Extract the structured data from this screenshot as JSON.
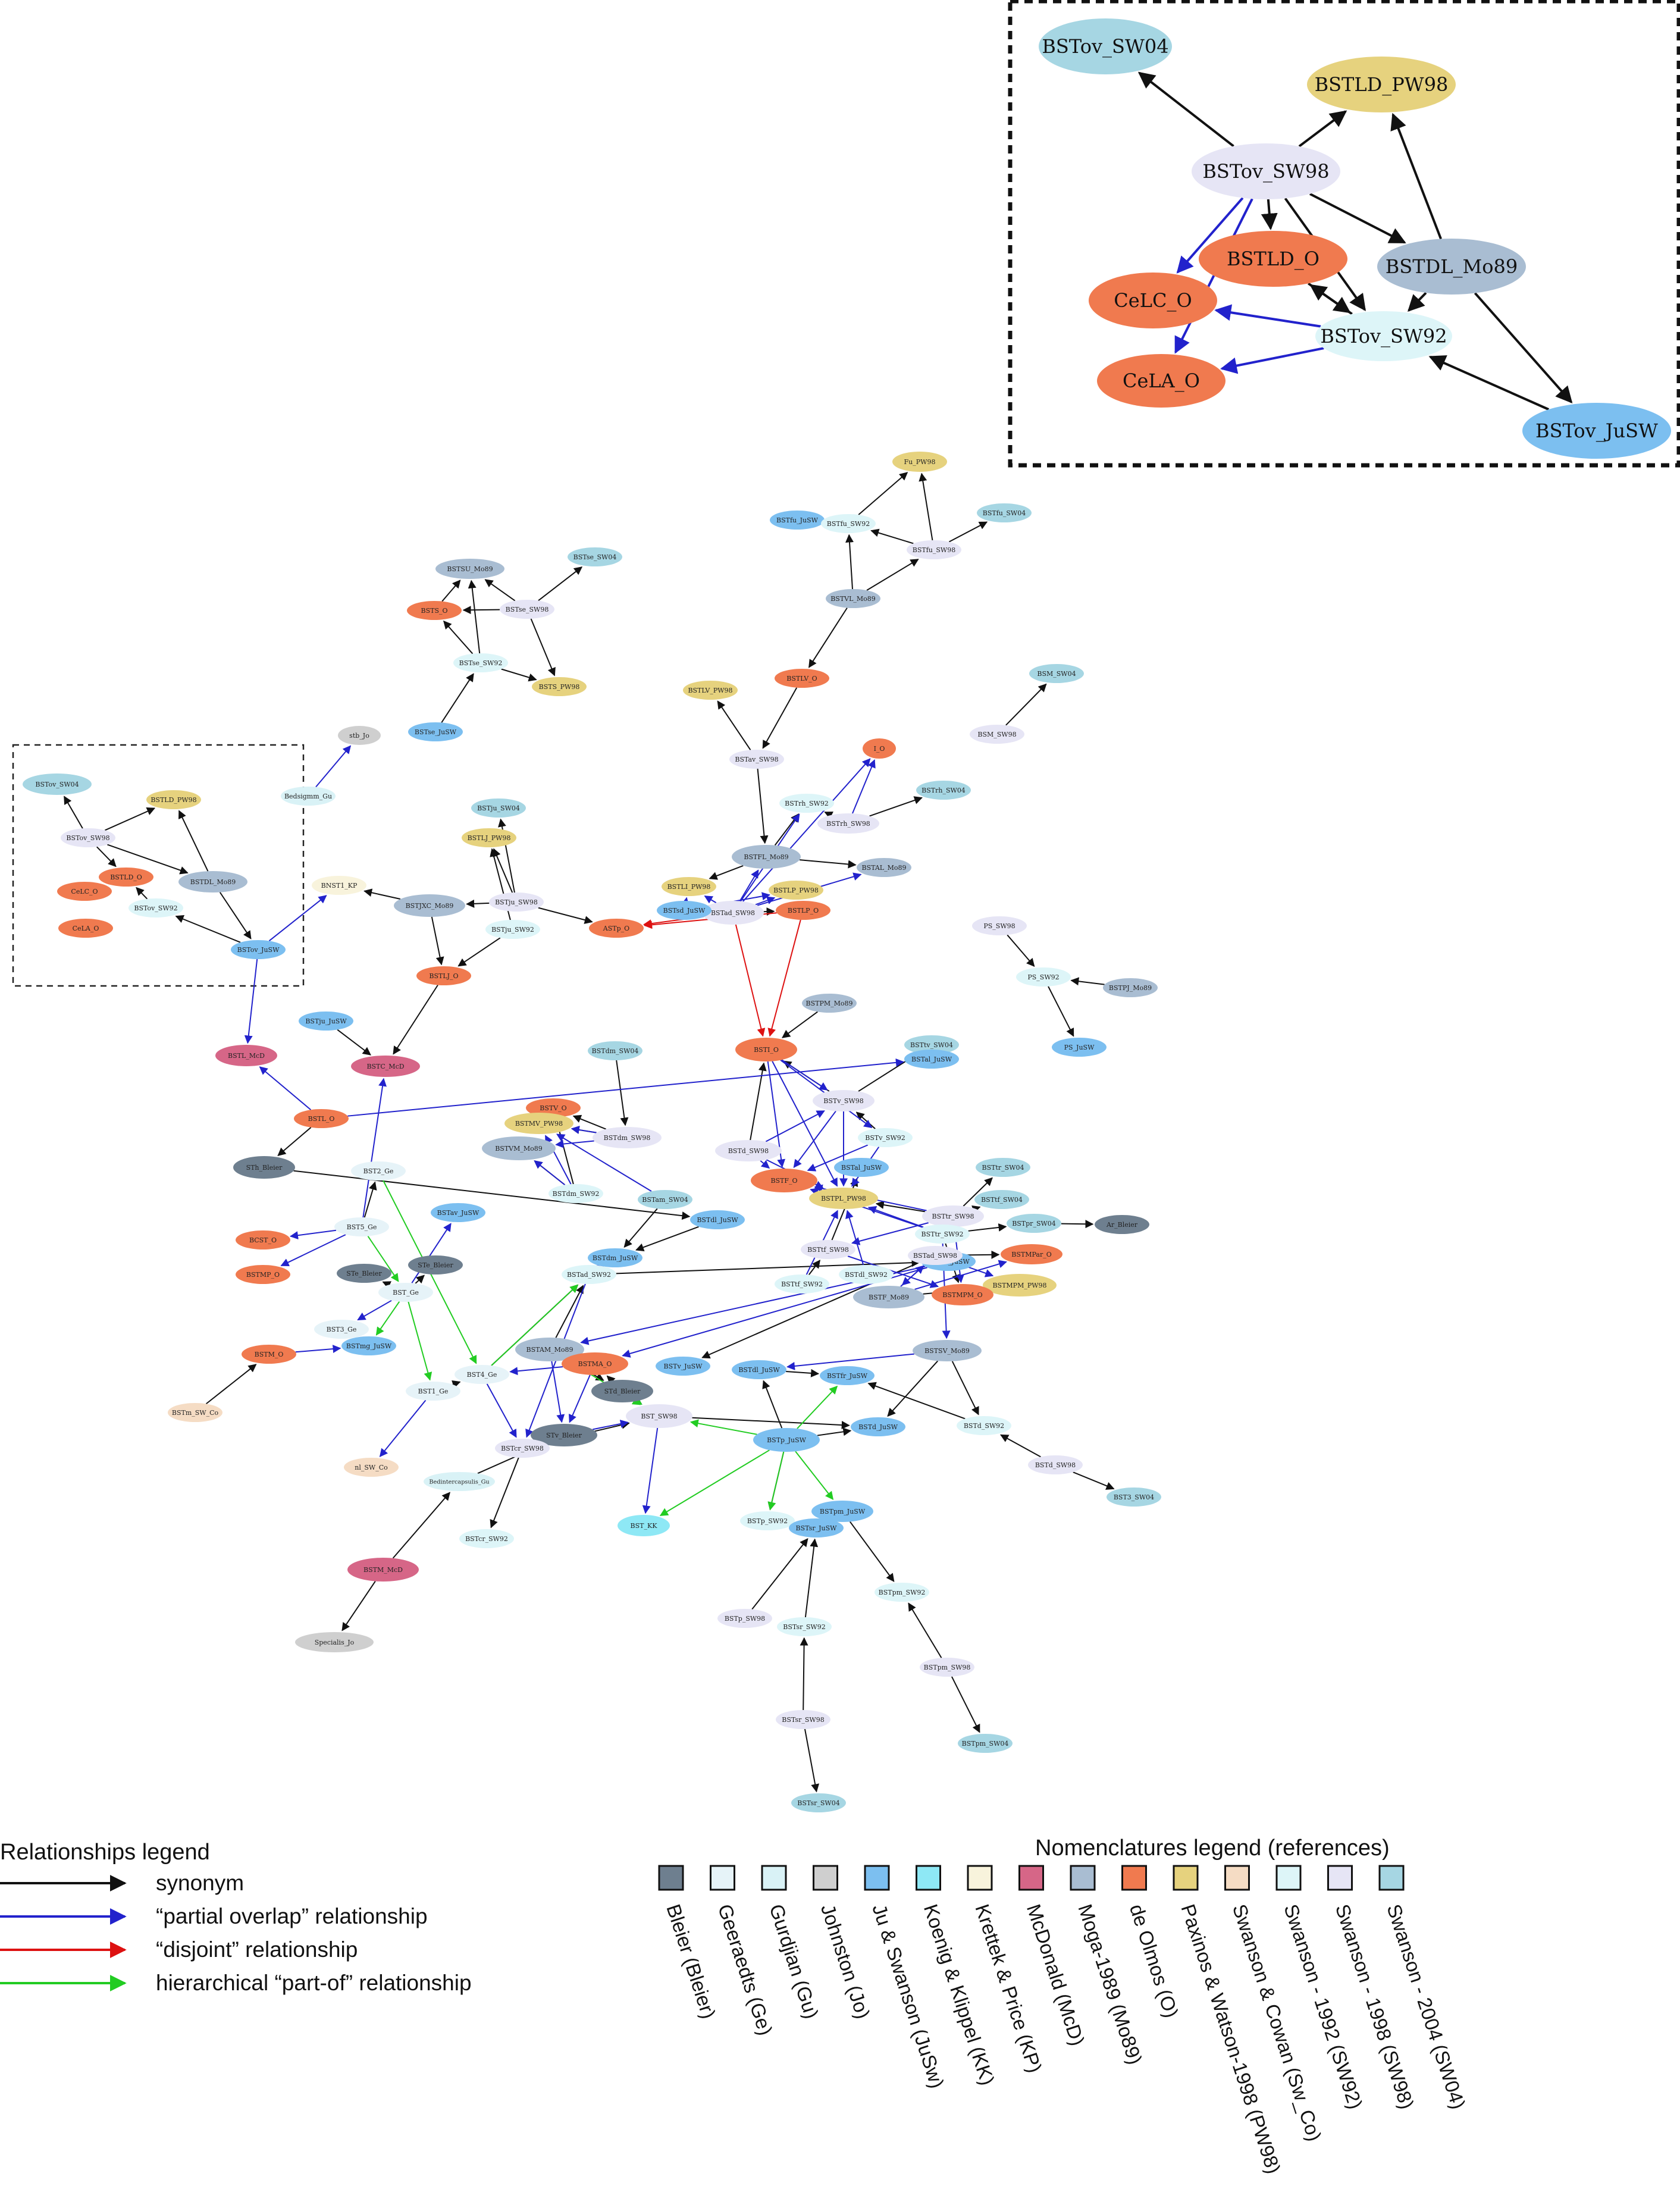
{
  "colors": {
    "Bleier": "#6e7f8f",
    "Geeraedts": "#e6f3f8",
    "Gurdjian": "#d9f2f6",
    "Johnston": "#cfcfcf",
    "JuSwanson": "#7cbff0",
    "KoenigKlippel": "#8ee8f5",
    "KrettekPrice": "#f8f3dc",
    "McDonald": "#d66687",
    "Moga": "#a9bdd2",
    "deOlmos": "#f07a4f",
    "Paxinos": "#e6d27e",
    "SwansonCowan": "#f5dcc4",
    "Swanson92": "#ddf5f8",
    "Swanson98": "#e6e5f5",
    "Swanson04": "#a6d6e3",
    "synonym": "#111111",
    "partial": "#2222cc",
    "disjoint": "#dd1111",
    "partof": "#22cc22"
  },
  "inset": {
    "nodes": [
      {
        "id": "i1",
        "label": "BSTov_SW04",
        "color": "Swanson04"
      },
      {
        "id": "i2",
        "label": "BSTLD_PW98",
        "color": "Paxinos"
      },
      {
        "id": "i3",
        "label": "BSTov_SW98",
        "color": "Swanson98"
      },
      {
        "id": "i4",
        "label": "BSTLD_O",
        "color": "deOlmos"
      },
      {
        "id": "i5",
        "label": "BSTDL_Mo89",
        "color": "Moga"
      },
      {
        "id": "i6",
        "label": "CeLC_O",
        "color": "deOlmos"
      },
      {
        "id": "i7",
        "label": "BSTov_SW92",
        "color": "Swanson92"
      },
      {
        "id": "i8",
        "label": "CeLA_O",
        "color": "deOlmos"
      },
      {
        "id": "i9",
        "label": "BSTov_JuSW",
        "color": "JuSwanson"
      }
    ]
  },
  "graph": {
    "nodes": [
      {
        "id": "n1",
        "label": "Fu_PW98",
        "color": "Paxinos"
      },
      {
        "id": "n2",
        "label": "BSTfu_JuSW",
        "color": "JuSwanson"
      },
      {
        "id": "n3",
        "label": "BSTfu_SW92",
        "color": "Swanson92"
      },
      {
        "id": "n4",
        "label": "BSTfu_SW04",
        "color": "Swanson04"
      },
      {
        "id": "n5",
        "label": "BSTfu_SW98",
        "color": "Swanson98"
      },
      {
        "id": "n6",
        "label": "BSTSU_Mo89",
        "color": "Moga"
      },
      {
        "id": "n7",
        "label": "BSTse_SW04",
        "color": "Swanson04"
      },
      {
        "id": "n8",
        "label": "BSTS_O",
        "color": "deOlmos"
      },
      {
        "id": "n9",
        "label": "BSTse_SW98",
        "color": "Swanson98"
      },
      {
        "id": "n10",
        "label": "BSTVL_Mo89",
        "color": "Moga"
      },
      {
        "id": "n11",
        "label": "BSTse_SW92",
        "color": "Swanson92"
      },
      {
        "id": "n12",
        "label": "BSTS_PW98",
        "color": "Paxinos"
      },
      {
        "id": "n13",
        "label": "BSTLV_PW98",
        "color": "Paxinos"
      },
      {
        "id": "n14",
        "label": "BSTLV_O",
        "color": "deOlmos"
      },
      {
        "id": "n15",
        "label": "BSM_SW04",
        "color": "Swanson04"
      },
      {
        "id": "n16",
        "label": "BSTse_JuSW",
        "color": "JuSwanson"
      },
      {
        "id": "n17",
        "label": "stb_Jo",
        "color": "Johnston"
      },
      {
        "id": "n18",
        "label": "BSM_SW98",
        "color": "Swanson98"
      },
      {
        "id": "n19",
        "label": "BSTav_SW98",
        "color": "Swanson98"
      },
      {
        "id": "n20",
        "label": "I_O",
        "color": "deOlmos"
      },
      {
        "id": "n21",
        "label": "Bedsigmm_Gu",
        "color": "Gurdjian"
      },
      {
        "id": "n22",
        "label": "BSTov_SW04",
        "color": "Swanson04"
      },
      {
        "id": "n23",
        "label": "BSTLD_PW98",
        "color": "Paxinos"
      },
      {
        "id": "n24",
        "label": "BSTrh_SW92",
        "color": "Swanson92"
      },
      {
        "id": "n25",
        "label": "BSTrh_SW04",
        "color": "Swanson04"
      },
      {
        "id": "n26",
        "label": "BSTju_SW04",
        "color": "Swanson04"
      },
      {
        "id": "n27",
        "label": "BSTrh_SW98",
        "color": "Swanson98"
      },
      {
        "id": "n28",
        "label": "BSTov_SW98",
        "color": "Swanson98"
      },
      {
        "id": "n29",
        "label": "BSTLJ_PW98",
        "color": "Paxinos"
      },
      {
        "id": "n30",
        "label": "BSTFL_Mo89",
        "color": "Moga"
      },
      {
        "id": "n31",
        "label": "BSTLD_O",
        "color": "deOlmos"
      },
      {
        "id": "n32",
        "label": "BSTDL_Mo89",
        "color": "Moga"
      },
      {
        "id": "n33",
        "label": "BSTAL_Mo89",
        "color": "Moga"
      },
      {
        "id": "n34",
        "label": "CeLC_O",
        "color": "deOlmos"
      },
      {
        "id": "n35",
        "label": "BSTov_SW92",
        "color": "Swanson92"
      },
      {
        "id": "n36",
        "label": "BNST1_KP",
        "color": "KrettekPrice"
      },
      {
        "id": "n37",
        "label": "BSTLI_PW98",
        "color": "Paxinos"
      },
      {
        "id": "n38",
        "label": "BSTLP_PW98",
        "color": "Paxinos"
      },
      {
        "id": "n39",
        "label": "CeLA_O",
        "color": "deOlmos"
      },
      {
        "id": "n40",
        "label": "BSTov_JuSW",
        "color": "JuSwanson"
      },
      {
        "id": "n41",
        "label": "BSTJXC_Mo89",
        "color": "Moga"
      },
      {
        "id": "n42",
        "label": "BSTju_SW98",
        "color": "Swanson98"
      },
      {
        "id": "n43",
        "label": "BSTju_SW92",
        "color": "Swanson92"
      },
      {
        "id": "n44",
        "label": "ASTp_O",
        "color": "deOlmos"
      },
      {
        "id": "n45",
        "label": "BSTad_SW98",
        "color": "Swanson98"
      },
      {
        "id": "n46",
        "label": "BSTLP_O",
        "color": "deOlmos"
      },
      {
        "id": "n47",
        "label": "BSTsd_JuSW",
        "color": "JuSwanson"
      },
      {
        "id": "n48",
        "label": "BSTLJ_O",
        "color": "deOlmos"
      },
      {
        "id": "n49",
        "label": "PS_SW98",
        "color": "Swanson98"
      },
      {
        "id": "n50",
        "label": "PS_SW92",
        "color": "Swanson92"
      },
      {
        "id": "n51",
        "label": "BSTPJ_Mo89",
        "color": "Moga"
      },
      {
        "id": "n52",
        "label": "BSTju_JuSW",
        "color": "JuSwanson"
      },
      {
        "id": "n53",
        "label": "BSTPM_Mo89",
        "color": "Moga"
      },
      {
        "id": "n54",
        "label": "PS_JuSW",
        "color": "JuSwanson"
      },
      {
        "id": "n55",
        "label": "BSTL_McD",
        "color": "McDonald"
      },
      {
        "id": "n56",
        "label": "BSTC_McD",
        "color": "McDonald"
      },
      {
        "id": "n57",
        "label": "BSTdm_SW04",
        "color": "Swanson04"
      },
      {
        "id": "n58",
        "label": "BSTI_O",
        "color": "deOlmos"
      },
      {
        "id": "n59",
        "label": "BSTtv_SW04",
        "color": "Swanson04"
      },
      {
        "id": "n60",
        "label": "BSTal_JuSW",
        "color": "JuSwanson"
      },
      {
        "id": "n61",
        "label": "BSTV_O",
        "color": "deOlmos"
      },
      {
        "id": "n62",
        "label": "BSTL_O",
        "color": "deOlmos"
      },
      {
        "id": "n63",
        "label": "BSTMV_PW98",
        "color": "Paxinos"
      },
      {
        "id": "n64",
        "label": "BSTdm_SW98",
        "color": "Swanson98"
      },
      {
        "id": "n65",
        "label": "BSTv_SW98",
        "color": "Swanson98"
      },
      {
        "id": "n66",
        "label": "BSTVM_Mo89",
        "color": "Moga"
      },
      {
        "id": "n67",
        "label": "BSTv_SW92",
        "color": "Swanson92"
      },
      {
        "id": "n68",
        "label": "BSTd_SW98",
        "color": "Swanson98"
      },
      {
        "id": "n69",
        "label": "STh_Bleier",
        "color": "Bleier"
      },
      {
        "id": "n70",
        "label": "BST2_Ge",
        "color": "Geeraedts"
      },
      {
        "id": "n71",
        "label": "BSTdm_SW92",
        "color": "Swanson92"
      },
      {
        "id": "n72",
        "label": "BSTtr_SW04",
        "color": "Swanson04"
      },
      {
        "id": "n73",
        "label": "BSTal_JuSW",
        "color": "JuSwanson"
      },
      {
        "id": "n74",
        "label": "BSTam_SW04",
        "color": "Swanson04"
      },
      {
        "id": "n75",
        "label": "BSTF_O",
        "color": "deOlmos"
      },
      {
        "id": "n76",
        "label": "BSTPL_PW98",
        "color": "Paxinos"
      },
      {
        "id": "n77",
        "label": "BSTtf_SW04",
        "color": "Swanson04"
      },
      {
        "id": "n78",
        "label": "BSTav_JuSW",
        "color": "JuSwanson"
      },
      {
        "id": "n79",
        "label": "BSTdl_JuSW",
        "color": "JuSwanson"
      },
      {
        "id": "n80",
        "label": "BSTtr_SW98",
        "color": "Swanson98"
      },
      {
        "id": "n81",
        "label": "BSTpr_SW04",
        "color": "Swanson04"
      },
      {
        "id": "n82",
        "label": "Ar_Bleier",
        "color": "Bleier"
      },
      {
        "id": "n83",
        "label": "BST5_Ge",
        "color": "Geeraedts"
      },
      {
        "id": "n84",
        "label": "BCST_O",
        "color": "deOlmos"
      },
      {
        "id": "n85",
        "label": "BSTdm_JuSW",
        "color": "JuSwanson"
      },
      {
        "id": "n86",
        "label": "BSTtf_SW98",
        "color": "Swanson98"
      },
      {
        "id": "n87",
        "label": "BSTtr_SW92",
        "color": "Swanson92"
      },
      {
        "id": "n88",
        "label": "BSTMPar_O",
        "color": "deOlmos"
      },
      {
        "id": "n89",
        "label": "BSTMP_O",
        "color": "deOlmos"
      },
      {
        "id": "n90",
        "label": "STe_Bleier",
        "color": "Bleier"
      },
      {
        "id": "n91",
        "label": "STe_Bleier",
        "color": "Bleier"
      },
      {
        "id": "n92",
        "label": "BSTad_SW92",
        "color": "Swanson92"
      },
      {
        "id": "n93",
        "label": "BSTtf_SW92",
        "color": "Swanson92"
      },
      {
        "id": "n94",
        "label": "BSTdl_SW92",
        "color": "Swanson92"
      },
      {
        "id": "n95",
        "label": "BSTMPM_PW98",
        "color": "Paxinos"
      },
      {
        "id": "n96",
        "label": "BSTad_JuSW",
        "color": "JuSwanson"
      },
      {
        "id": "n97",
        "label": "BSTad_SW98",
        "color": "Swanson98"
      },
      {
        "id": "n98",
        "label": "BSTF_Mo89",
        "color": "Moga"
      },
      {
        "id": "n99",
        "label": "BSTMPM_O",
        "color": "deOlmos"
      },
      {
        "id": "n100",
        "label": "BST_Ge",
        "color": "Geeraedts"
      },
      {
        "id": "n101",
        "label": "BST3_Ge",
        "color": "Geeraedts"
      },
      {
        "id": "n102",
        "label": "BSTmg_JuSW",
        "color": "JuSwanson"
      },
      {
        "id": "n103",
        "label": "BSTAM_Mo89",
        "color": "Moga"
      },
      {
        "id": "n104",
        "label": "BSTMA_O",
        "color": "deOlmos"
      },
      {
        "id": "n105",
        "label": "BSTSV_Mo89",
        "color": "Moga"
      },
      {
        "id": "n106",
        "label": "BSTM_O",
        "color": "deOlmos"
      },
      {
        "id": "n107",
        "label": "BSTv_JuSW",
        "color": "JuSwanson"
      },
      {
        "id": "n108",
        "label": "BSTdl_JuSW",
        "color": "JuSwanson"
      },
      {
        "id": "n109",
        "label": "BSTfr_JuSW",
        "color": "JuSwanson"
      },
      {
        "id": "n110",
        "label": "BST4_Ge",
        "color": "Geeraedts"
      },
      {
        "id": "n111",
        "label": "STd_Bleier",
        "color": "Bleier"
      },
      {
        "id": "n112",
        "label": "BST1_Ge",
        "color": "Geeraedts"
      },
      {
        "id": "n113",
        "label": "BSTd_JuSW",
        "color": "JuSwanson"
      },
      {
        "id": "n114",
        "label": "BSTd_SW92",
        "color": "Swanson92"
      },
      {
        "id": "n115",
        "label": "BST_SW98",
        "color": "Swanson98"
      },
      {
        "id": "n116",
        "label": "BSTm_SW_Co",
        "color": "SwansonCowan"
      },
      {
        "id": "n117",
        "label": "BSTp_JuSW",
        "color": "JuSwanson"
      },
      {
        "id": "n118",
        "label": "STv_Bleier",
        "color": "Bleier"
      },
      {
        "id": "n119",
        "label": "BSTcr_SW98",
        "color": "Swanson98"
      },
      {
        "id": "n120",
        "label": "nl_SW_Co",
        "color": "SwansonCowan"
      },
      {
        "id": "n121",
        "label": "Bedintercapsulis_Gu",
        "color": "Gurdjian"
      },
      {
        "id": "n122",
        "label": "BSTd_SW98",
        "color": "Swanson98"
      },
      {
        "id": "n123",
        "label": "BST3_SW04",
        "color": "Swanson04"
      },
      {
        "id": "n124",
        "label": "BST_KK",
        "color": "KoenigKlippel"
      },
      {
        "id": "n125",
        "label": "BSTp_SW92",
        "color": "Swanson92"
      },
      {
        "id": "n126",
        "label": "BSTpm_JuSW",
        "color": "JuSwanson"
      },
      {
        "id": "n127",
        "label": "BSTsr_JuSW",
        "color": "JuSwanson"
      },
      {
        "id": "n128",
        "label": "BSTcr_SW92",
        "color": "Swanson92"
      },
      {
        "id": "n129",
        "label": "BSTpm_SW92",
        "color": "Swanson92"
      },
      {
        "id": "n130",
        "label": "BSTM_McD",
        "color": "McDonald"
      },
      {
        "id": "n131",
        "label": "BSTp_SW98",
        "color": "Swanson98"
      },
      {
        "id": "n132",
        "label": "BSTsr_SW92",
        "color": "Swanson92"
      },
      {
        "id": "n133",
        "label": "BSTpm_SW98",
        "color": "Swanson98"
      },
      {
        "id": "n134",
        "label": "Specialis_Jo",
        "color": "Johnston"
      },
      {
        "id": "n135",
        "label": "BSTsr_SW98",
        "color": "Swanson98"
      },
      {
        "id": "n136",
        "label": "BSTpm_SW04",
        "color": "Swanson04"
      },
      {
        "id": "n137",
        "label": "BSTsr_SW04",
        "color": "Swanson04"
      }
    ]
  },
  "relationships_legend": {
    "title": "Relationships legend",
    "items": [
      {
        "label": "synonym",
        "color": "synonym"
      },
      {
        "label": "“partial overlap” relationship",
        "color": "partial"
      },
      {
        "label": "“disjoint” relationship",
        "color": "disjoint"
      },
      {
        "label": "hierarchical “part-of” relationship",
        "color": "partof"
      }
    ]
  },
  "nomenclatures_legend": {
    "title": "Nomenclatures legend (references)",
    "items": [
      {
        "label": "Bleier (Bleier)",
        "color": "Bleier"
      },
      {
        "label": "Geeraedts (Ge)",
        "color": "Geeraedts"
      },
      {
        "label": "Gurdjian (Gu)",
        "color": "Gurdjian"
      },
      {
        "label": "Johnston (Jo)",
        "color": "Johnston"
      },
      {
        "label": "Ju & Swanson (JuSw)",
        "color": "JuSwanson"
      },
      {
        "label": "Koenig & Klippel (KK)",
        "color": "KoenigKlippel"
      },
      {
        "label": "Krettek & Price (KP)",
        "color": "KrettekPrice"
      },
      {
        "label": "McDonald (McD)",
        "color": "McDonald"
      },
      {
        "label": "Moga-1989 (Mo89)",
        "color": "Moga"
      },
      {
        "label": "de Olmos (O)",
        "color": "deOlmos"
      },
      {
        "label": "Paxinos & Watson-1998 (PW98)",
        "color": "Paxinos"
      },
      {
        "label": "Swanson & Cowan (Sw_Co)",
        "color": "SwansonCowan"
      },
      {
        "label": "Swanson - 1992 (SW92)",
        "color": "Swanson92"
      },
      {
        "label": "Swanson - 1998 (SW98)",
        "color": "Swanson98"
      },
      {
        "label": "Swanson - 2004 (SW04)",
        "color": "Swanson04"
      }
    ]
  }
}
